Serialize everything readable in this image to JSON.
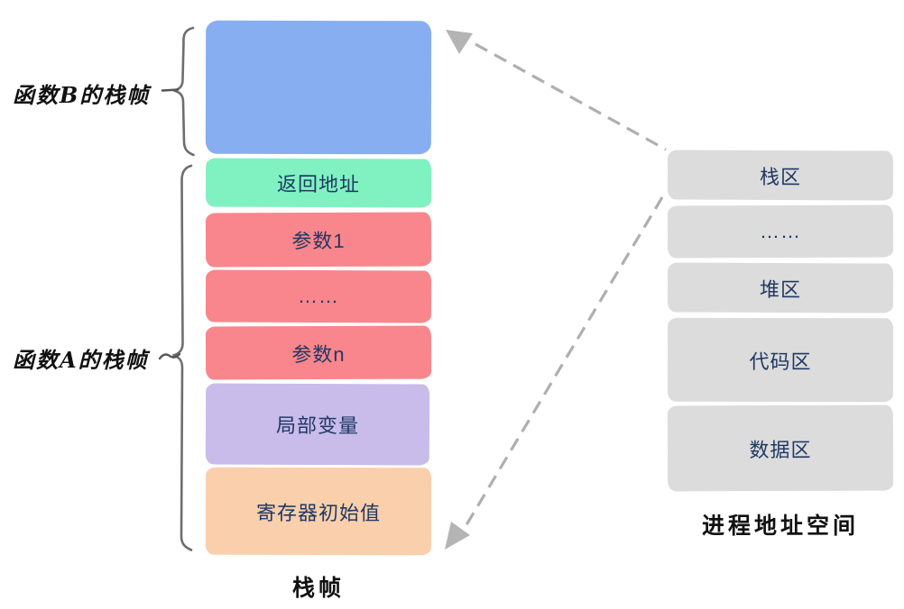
{
  "stack_frame": {
    "caption": "栈帧",
    "blocks": [
      {
        "name": "frame-b-body",
        "label": "",
        "color": "#87AEF0"
      },
      {
        "name": "return-address",
        "label": "返回地址",
        "color": "#80F2C1"
      },
      {
        "name": "param-1",
        "label": "参数1",
        "color": "#F9868C"
      },
      {
        "name": "param-ellipsis",
        "label": "……",
        "color": "#F9868C"
      },
      {
        "name": "param-n",
        "label": "参数n",
        "color": "#F9868C"
      },
      {
        "name": "local-variables",
        "label": "局部变量",
        "color": "#C9BCEA"
      },
      {
        "name": "register-initial-values",
        "label": "寄存器初始值",
        "color": "#F9CFAC"
      }
    ]
  },
  "frame_labels": {
    "function_b": "函数B的栈帧",
    "function_a": "函数A的栈帧"
  },
  "address_space": {
    "caption": "进程地址空间",
    "blocks": [
      {
        "name": "stack-region",
        "label": "栈区",
        "color": "#DCDCDC"
      },
      {
        "name": "ellipsis-region",
        "label": "……",
        "color": "#DCDCDC"
      },
      {
        "name": "heap-region",
        "label": "堆区",
        "color": "#DCDCDC"
      },
      {
        "name": "code-region",
        "label": "代码区",
        "color": "#DCDCDC"
      },
      {
        "name": "data-region",
        "label": "数据区",
        "color": "#DCDCDC"
      }
    ]
  },
  "colors": {
    "box_text": "#1F3864",
    "hand_label_text": "#111111",
    "arrow": "#AFAFAF",
    "brace": "#6E6E6E"
  }
}
